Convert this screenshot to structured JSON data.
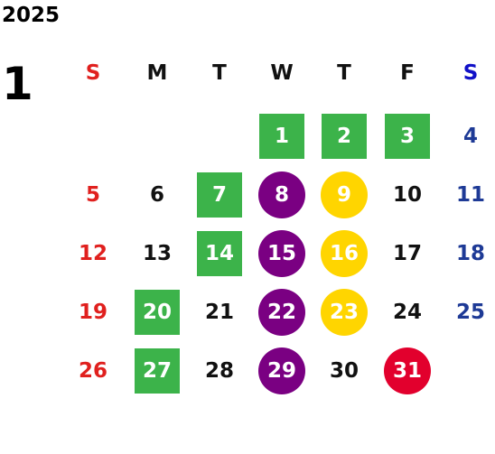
{
  "year": "2025",
  "month": "1",
  "colors": {
    "sunday": "#e0201e",
    "saturday": "#1e3a96",
    "weekday": "#111111",
    "on_mark": "#ffffff",
    "green": "#3cb34a",
    "purple": "#7a0082",
    "yellow": "#ffd500",
    "red": "#e2002d"
  },
  "weekdays": [
    {
      "label": "S",
      "color": "#e0201e"
    },
    {
      "label": "M",
      "color": "#111111"
    },
    {
      "label": "T",
      "color": "#111111"
    },
    {
      "label": "W",
      "color": "#111111"
    },
    {
      "label": "T",
      "color": "#111111"
    },
    {
      "label": "F",
      "color": "#111111"
    },
    {
      "label": "S",
      "color": "#1010c8"
    }
  ],
  "days": [
    {
      "day": "1",
      "row": 0,
      "col": 3,
      "mark": "green-square"
    },
    {
      "day": "2",
      "row": 0,
      "col": 4,
      "mark": "green-square"
    },
    {
      "day": "3",
      "row": 0,
      "col": 5,
      "mark": "green-square"
    },
    {
      "day": "4",
      "row": 0,
      "col": 6,
      "mark": "none"
    },
    {
      "day": "5",
      "row": 1,
      "col": 0,
      "mark": "none"
    },
    {
      "day": "6",
      "row": 1,
      "col": 1,
      "mark": "none"
    },
    {
      "day": "7",
      "row": 1,
      "col": 2,
      "mark": "green-square"
    },
    {
      "day": "8",
      "row": 1,
      "col": 3,
      "mark": "purple-circle"
    },
    {
      "day": "9",
      "row": 1,
      "col": 4,
      "mark": "yellow-circle"
    },
    {
      "day": "10",
      "row": 1,
      "col": 5,
      "mark": "none"
    },
    {
      "day": "11",
      "row": 1,
      "col": 6,
      "mark": "none"
    },
    {
      "day": "12",
      "row": 2,
      "col": 0,
      "mark": "none"
    },
    {
      "day": "13",
      "row": 2,
      "col": 1,
      "mark": "none"
    },
    {
      "day": "14",
      "row": 2,
      "col": 2,
      "mark": "green-square"
    },
    {
      "day": "15",
      "row": 2,
      "col": 3,
      "mark": "purple-circle"
    },
    {
      "day": "16",
      "row": 2,
      "col": 4,
      "mark": "yellow-circle"
    },
    {
      "day": "17",
      "row": 2,
      "col": 5,
      "mark": "none"
    },
    {
      "day": "18",
      "row": 2,
      "col": 6,
      "mark": "none"
    },
    {
      "day": "19",
      "row": 3,
      "col": 0,
      "mark": "none"
    },
    {
      "day": "20",
      "row": 3,
      "col": 1,
      "mark": "green-square"
    },
    {
      "day": "21",
      "row": 3,
      "col": 2,
      "mark": "none"
    },
    {
      "day": "22",
      "row": 3,
      "col": 3,
      "mark": "purple-circle"
    },
    {
      "day": "23",
      "row": 3,
      "col": 4,
      "mark": "yellow-circle"
    },
    {
      "day": "24",
      "row": 3,
      "col": 5,
      "mark": "none"
    },
    {
      "day": "25",
      "row": 3,
      "col": 6,
      "mark": "none"
    },
    {
      "day": "26",
      "row": 4,
      "col": 0,
      "mark": "none"
    },
    {
      "day": "27",
      "row": 4,
      "col": 1,
      "mark": "green-square"
    },
    {
      "day": "28",
      "row": 4,
      "col": 2,
      "mark": "none"
    },
    {
      "day": "29",
      "row": 4,
      "col": 3,
      "mark": "purple-circle"
    },
    {
      "day": "30",
      "row": 4,
      "col": 4,
      "mark": "none"
    },
    {
      "day": "31",
      "row": 4,
      "col": 5,
      "mark": "red-circle"
    }
  ]
}
